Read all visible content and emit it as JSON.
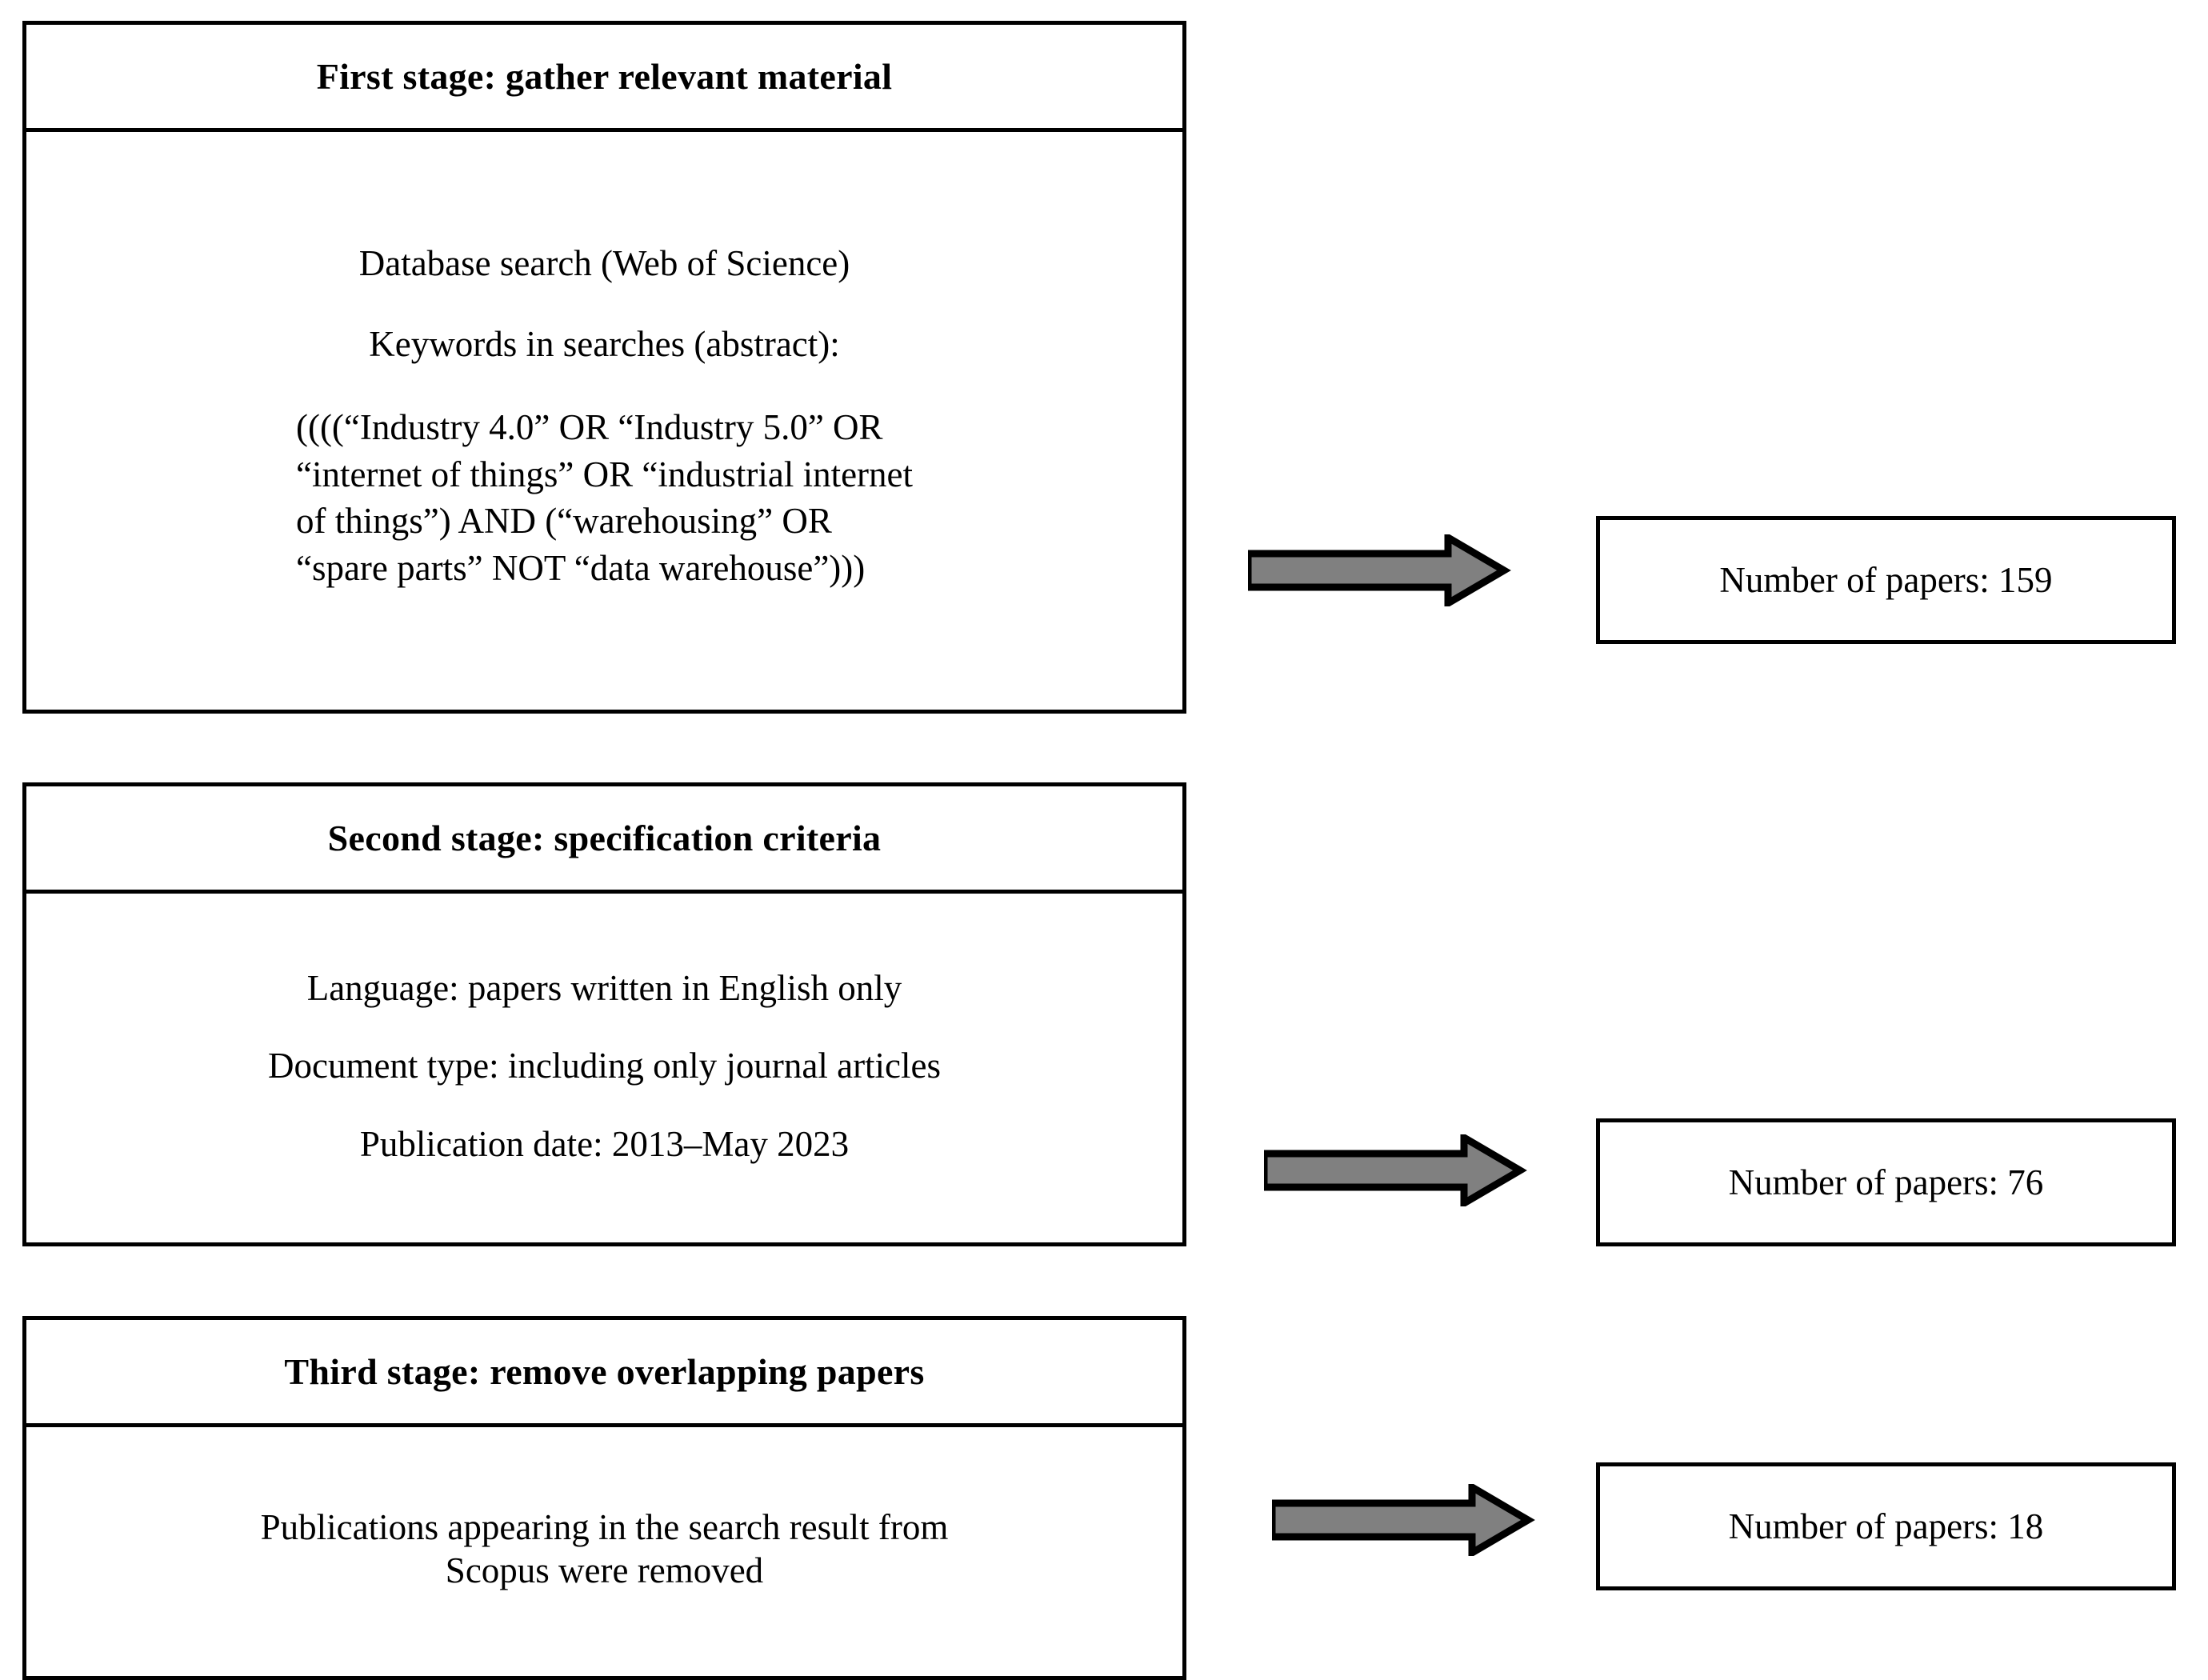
{
  "diagram": {
    "title": "Literature search three-stage flow",
    "colors": {
      "line": "#000000",
      "background": "#ffffff",
      "arrow_fill": "#808080",
      "arrow_outline": "#000000"
    },
    "stages": [
      {
        "id": "first-stage",
        "header": "First stage: gather relevant material",
        "lines": [
          "Database search (Web of Science)",
          "Keywords in searches (abstract):"
        ],
        "query_lines": [
          "((((“Industry 4.0” OR “Industry 5.0” OR",
          "“internet of things” OR “industrial internet",
          "of things”) AND (“warehousing” OR",
          "“spare parts” NOT “data warehouse”)))"
        ],
        "result": "Number of papers: 159",
        "result_count": 159
      },
      {
        "id": "second-stage",
        "header": "Second stage: specification criteria",
        "lines": [
          "Language: papers written in English only",
          "Document type: including only journal articles",
          "Publication date: 2013–May 2023"
        ],
        "query_lines": [],
        "result": "Number of papers: 76",
        "result_count": 76
      },
      {
        "id": "third-stage",
        "header": "Third stage: remove overlapping papers",
        "lines": [
          "Publications appearing in the search result from",
          "Scopus were removed"
        ],
        "query_lines": [],
        "result": "Number of papers: 18",
        "result_count": 18
      }
    ],
    "arrows": [
      {
        "id": "arrow-first",
        "label": "flow-arrow-right"
      },
      {
        "id": "arrow-second",
        "label": "flow-arrow-right"
      },
      {
        "id": "arrow-third",
        "label": "flow-arrow-right"
      }
    ]
  }
}
